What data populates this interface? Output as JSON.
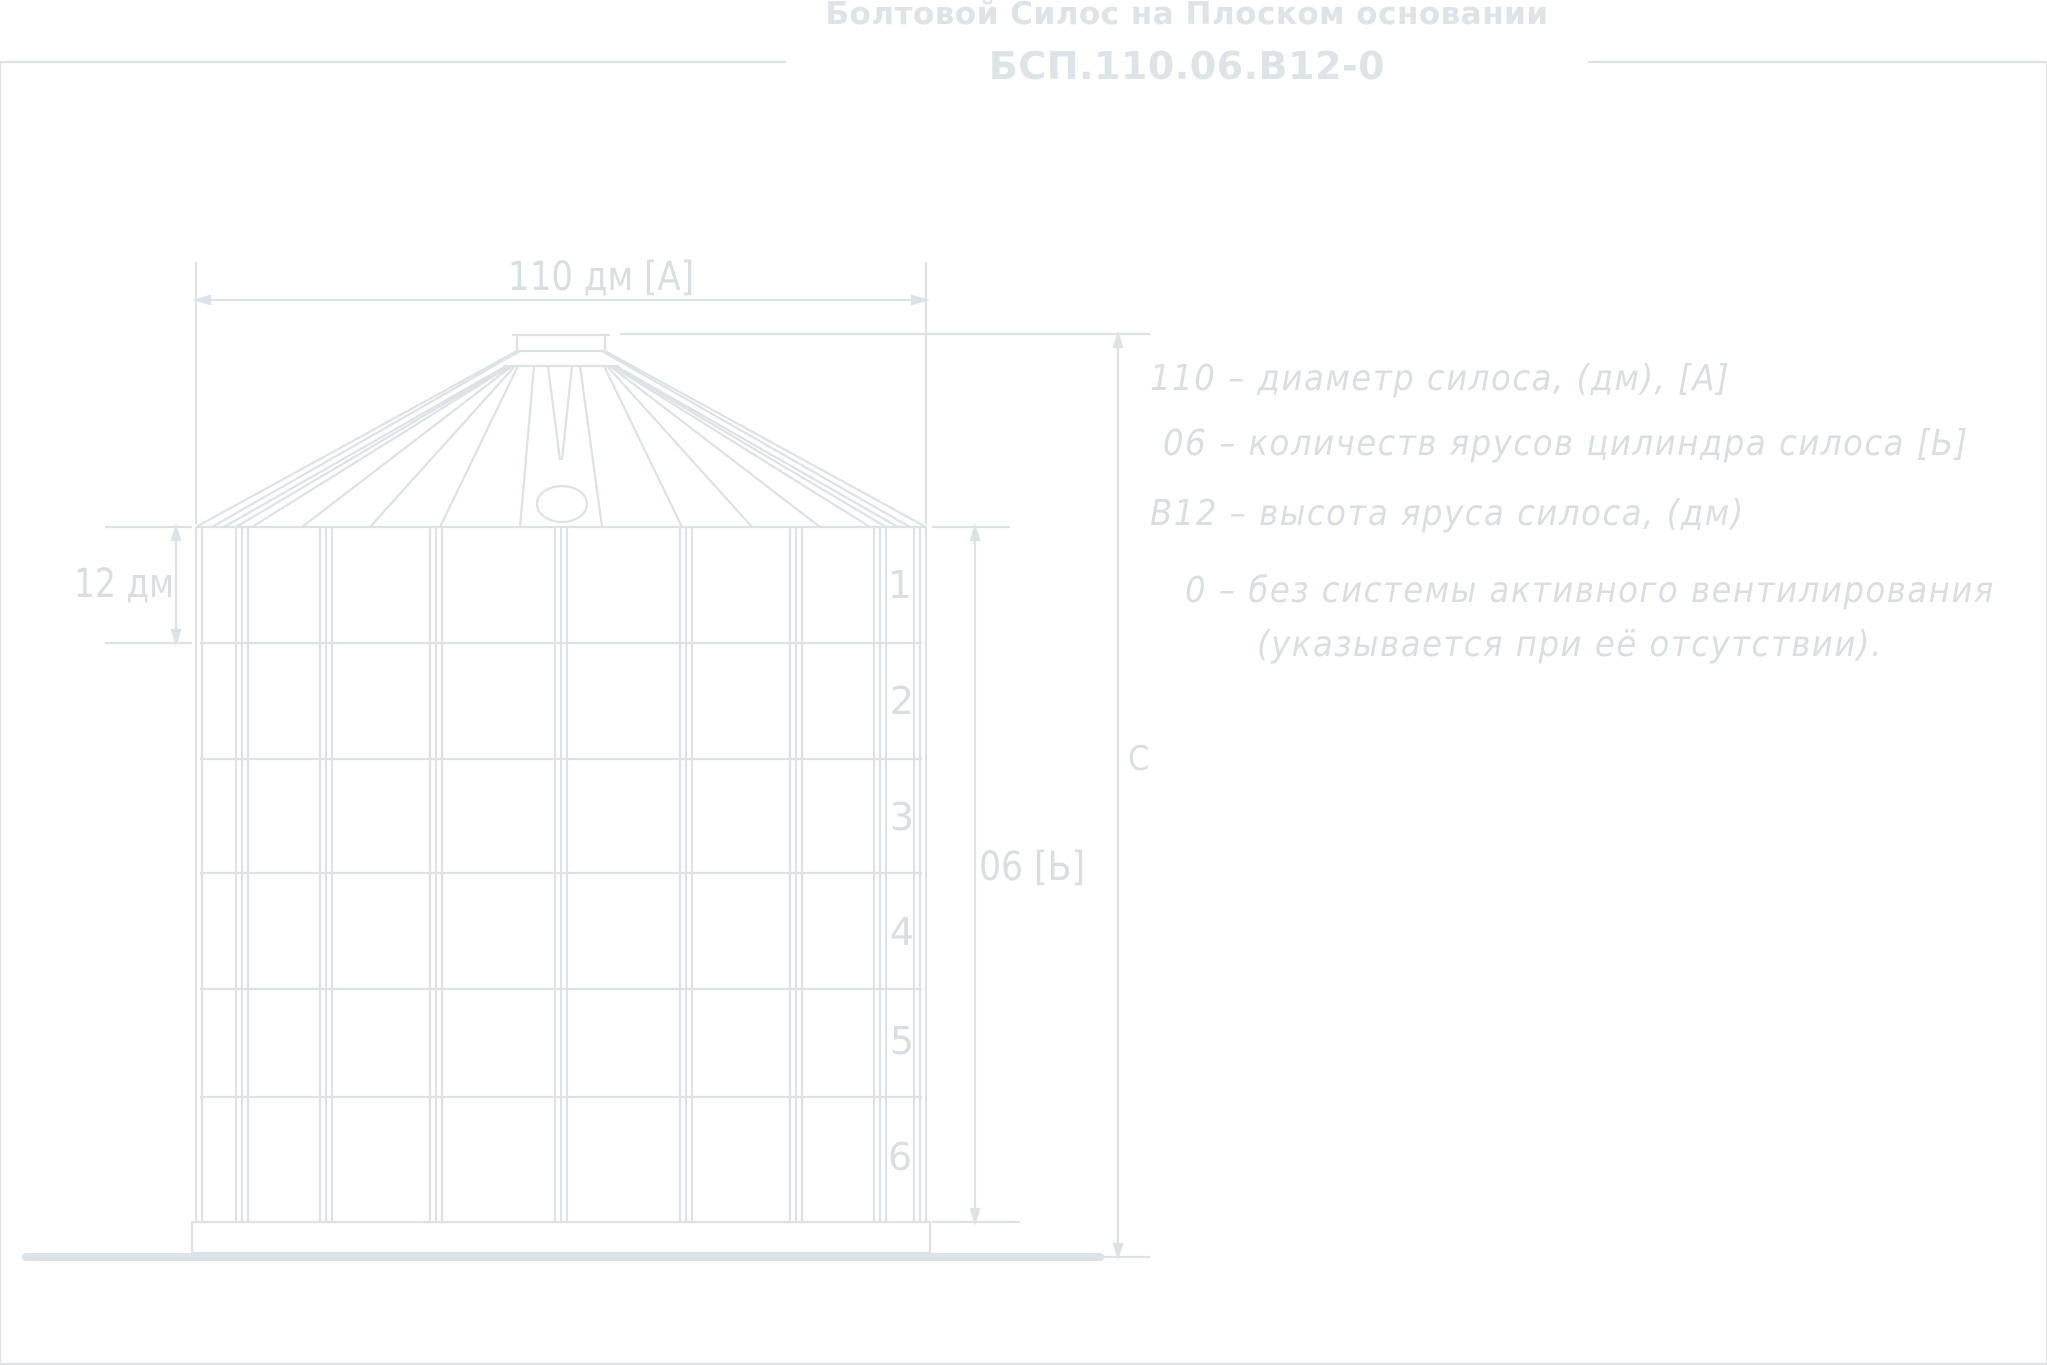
{
  "header": {
    "title": "Болтовой Силос на Плоском основании",
    "code": "БСП.110.06.В12-0"
  },
  "dimensions": {
    "width_label": "110 дм [А]",
    "tier_height_label": "12 дм",
    "tiers_label": "06 [Ь]",
    "total_height_label": "С"
  },
  "tier_numbers": [
    "1",
    "2",
    "3",
    "4",
    "5",
    "6"
  ],
  "legend": {
    "line1": "110 – диаметр силоса, (дм), [А]",
    "line2": "06 – количеств ярусов цилиндра силоса [Ь]",
    "line3": "В12 – высота яруса силоса, (дм)",
    "line4": "0 – без системы активного вентилирования",
    "line5": "(указывается при её отсутствии)."
  },
  "colors": {
    "line": "#dce2e5",
    "text": "#d9dee1"
  }
}
